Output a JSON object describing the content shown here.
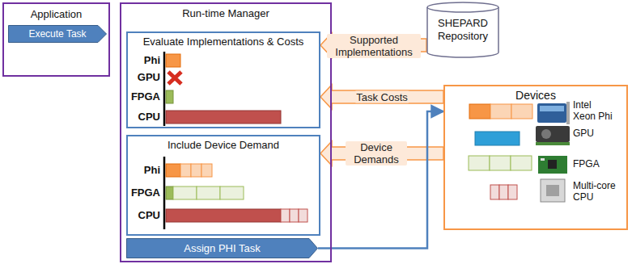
{
  "diagram": {
    "nodes": [
      {
        "text": [
          "Application"
        ]
      },
      {
        "text": [
          "Execute Task"
        ],
        "in": 0
      },
      {
        "text": [
          "Run-time Manager"
        ]
      },
      {
        "text": [
          "Evaluate Implementations & Costs"
        ],
        "in": 2
      },
      {
        "text": [
          "Include Device Demand"
        ],
        "in": 2
      },
      {
        "text": [
          "Assign PHI Task"
        ],
        "in": 2
      },
      {
        "text": [
          "SHEPARD Repository"
        ]
      },
      {
        "text": [
          "Devices"
        ]
      }
    ],
    "edges": [
      {
        "from": 6,
        "to": 3,
        "arrow": "to",
        "label": "Supported Implementations"
      },
      {
        "from": 7,
        "to": 3,
        "arrow": "to",
        "label": "Task Costs"
      },
      {
        "from": 7,
        "to": 4,
        "arrow": "to",
        "label": "Device Demands"
      },
      {
        "from": 5,
        "to": 7,
        "arrow": "to"
      }
    ],
    "labels": [
      "Phi",
      "GPU",
      "FPGA",
      "CPU",
      "Phi",
      "FPGA",
      "CPU",
      "Intel Xeon Phi",
      "GPU",
      "FPGA",
      "Multi-core CPU"
    ]
  }
}
